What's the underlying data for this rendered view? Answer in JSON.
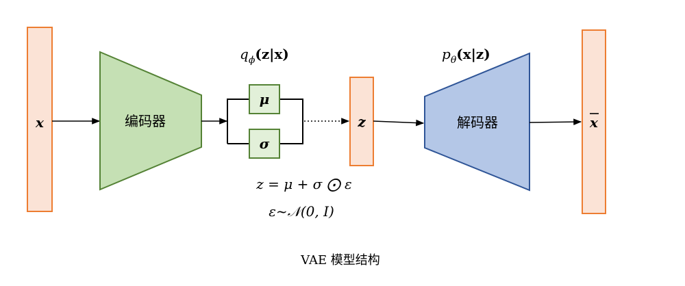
{
  "diagram": {
    "input_label": "x",
    "encoder_label": "编码器",
    "encoder_dist": "q",
    "encoder_dist_sub": "ϕ",
    "encoder_dist_arg": "(z|x)",
    "mu_label": "μ",
    "sigma_label": "σ",
    "latent_label": "z",
    "decoder_label": "解码器",
    "decoder_dist": "p",
    "decoder_dist_sub": "θ",
    "decoder_dist_arg": "(x|z)",
    "output_label": "x",
    "reparam_formula": "z = μ + σ ⨀ ε",
    "noise_formula": "ε~𝒩(0, I)",
    "caption": "VAE 模型结构"
  },
  "colors": {
    "orange_fill": "#fbe3d6",
    "orange_stroke": "#ed7d31",
    "green_fill": "#c5e0b4",
    "green_stroke": "#548235",
    "green_light_fill": "#e2f0d9",
    "blue_fill": "#b4c7e7",
    "blue_stroke": "#2f5597"
  }
}
